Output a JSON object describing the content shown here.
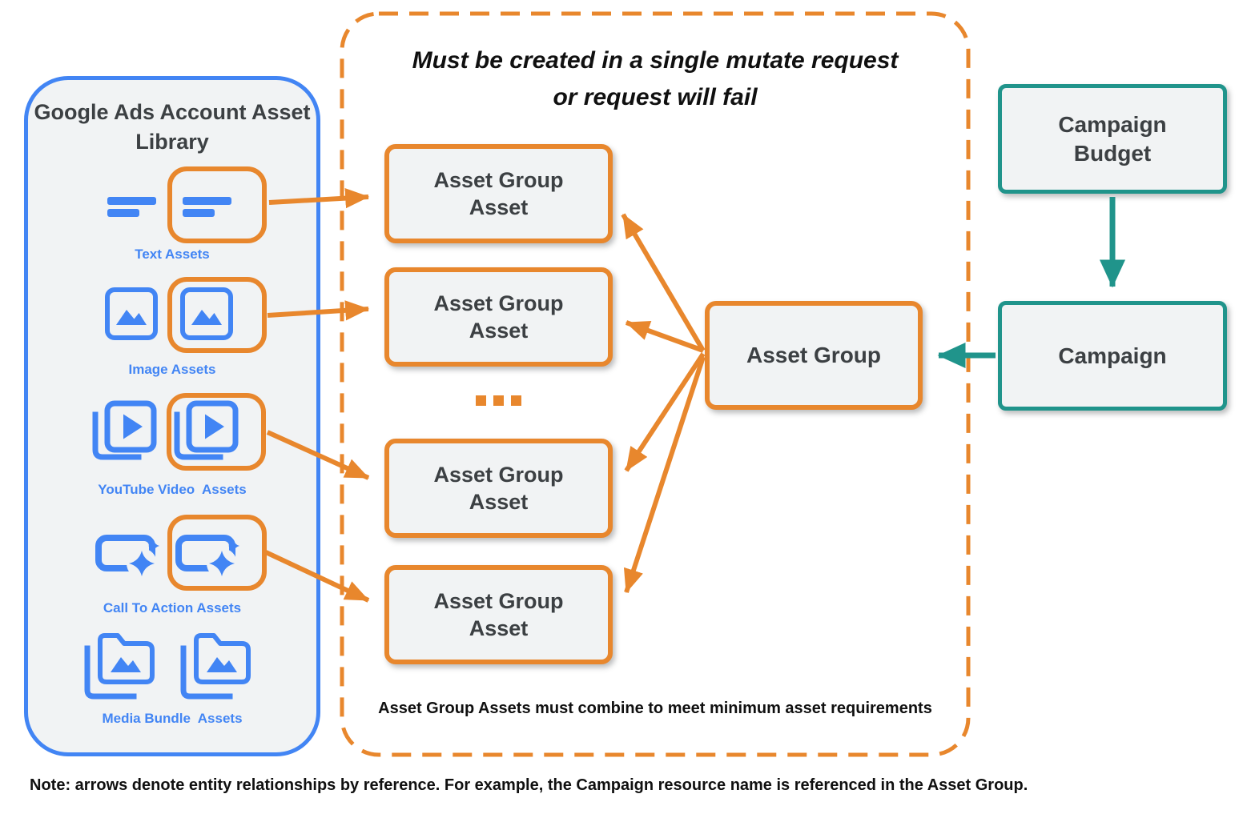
{
  "colors": {
    "orange": "#E8872D",
    "blue": "#4285F4",
    "teal": "#20948B",
    "box_fill": "#F1F3F4",
    "dark_text": "#3C4043"
  },
  "library": {
    "title": "Google Ads Account Asset Library",
    "items": [
      {
        "label": "Text Assets",
        "icon": "text-asset-icon"
      },
      {
        "label": "Image Assets",
        "icon": "image-asset-icon"
      },
      {
        "label": "YouTube Video  Assets",
        "icon": "youtube-video-asset-icon"
      },
      {
        "label": "Call To Action Assets",
        "icon": "call-to-action-asset-icon"
      },
      {
        "label": "Media Bundle  Assets",
        "icon": "media-bundle-asset-icon"
      }
    ]
  },
  "mutate_group": {
    "title_line1": "Must be created in a single mutate request",
    "title_line2": "or request will fail",
    "asset_group_asset_boxes": [
      "Asset Group Asset",
      "Asset Group Asset",
      "Asset Group Asset",
      "Asset Group Asset"
    ],
    "ellipsis": "...",
    "caption": "Asset Group Assets must combine to meet minimum asset requirements"
  },
  "entities": {
    "asset_group": "Asset Group",
    "campaign_budget": "Campaign Budget",
    "campaign": "Campaign"
  },
  "note": "Note: arrows denote entity relationships by reference. For example, the Campaign resource name is referenced in the Asset Group."
}
